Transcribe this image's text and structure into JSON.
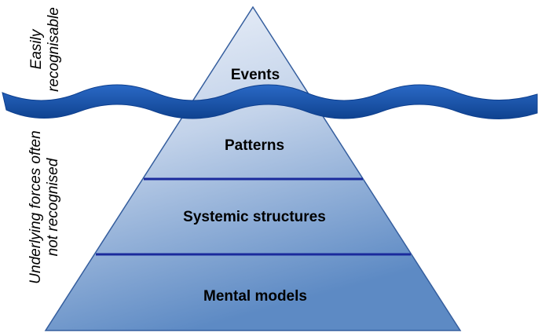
{
  "layers": [
    {
      "label": "Events"
    },
    {
      "label": "Patterns"
    },
    {
      "label": "Systemic structures"
    },
    {
      "label": "Mental models"
    }
  ],
  "side_labels": {
    "above_water": {
      "line1": "Easily",
      "line2": "recognisable"
    },
    "below_water": {
      "line1": "Underlying forces often",
      "line2": "not recognised"
    }
  },
  "colors": {
    "pyramid_top": "#f2f5fb",
    "pyramid_mid": "#b6c9e3",
    "pyramid_bottom": "#5d8ac4",
    "pyramid_outline": "#355e9e",
    "divider": "#1a2a9c",
    "water": "#1b58b5",
    "water_dark": "#0e3f8e"
  }
}
